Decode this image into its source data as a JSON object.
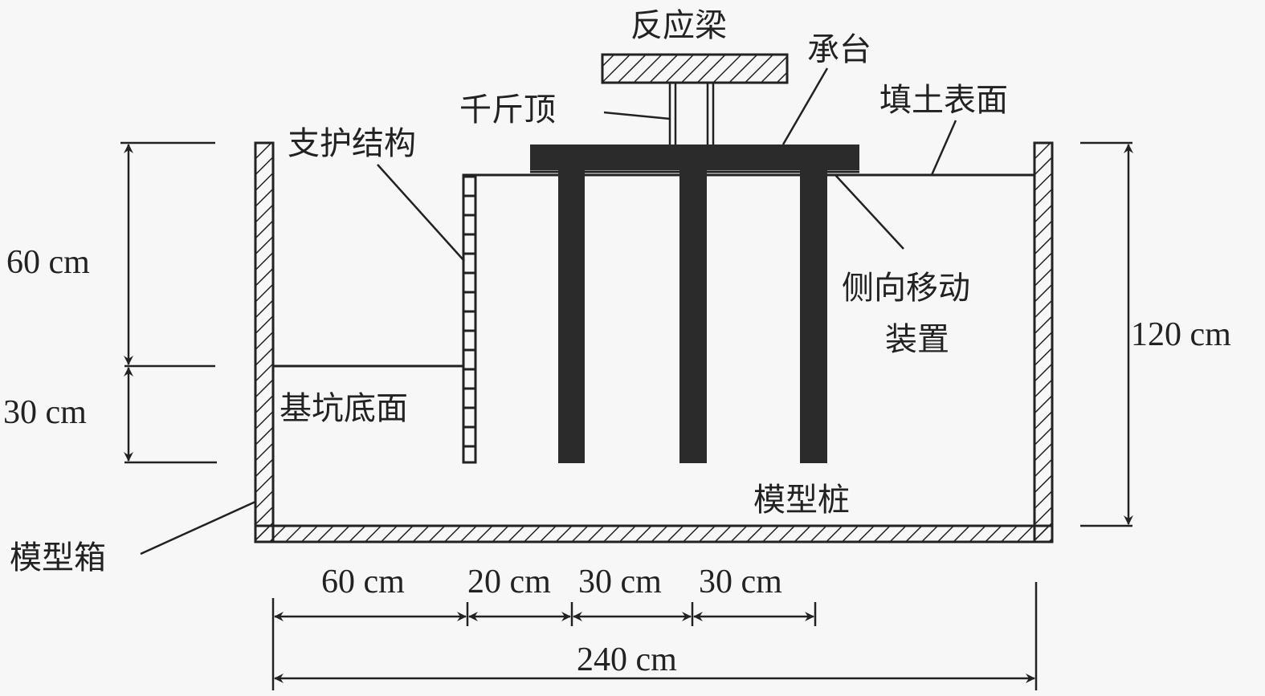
{
  "labels": {
    "reaction_beam": "反应梁",
    "pile_cap": "承台",
    "jack": "千斤顶",
    "fill_surface": "填土表面",
    "support_structure": "支护结构",
    "lateral_device_line1": "侧向移动",
    "lateral_device_line2": "装置",
    "pit_bottom": "基坑底面",
    "model_pile": "模型桩",
    "model_box": "模型箱"
  },
  "dimensions": {
    "left_upper": "60 cm",
    "left_lower": "30 cm",
    "right_height": "120 cm",
    "bottom_seg1": "60 cm",
    "bottom_seg2": "20 cm",
    "bottom_seg3": "30 cm",
    "bottom_seg4": "30 cm",
    "total_width": "240 cm"
  },
  "colors": {
    "ink": "#222222",
    "background": "#f7f7f7"
  }
}
